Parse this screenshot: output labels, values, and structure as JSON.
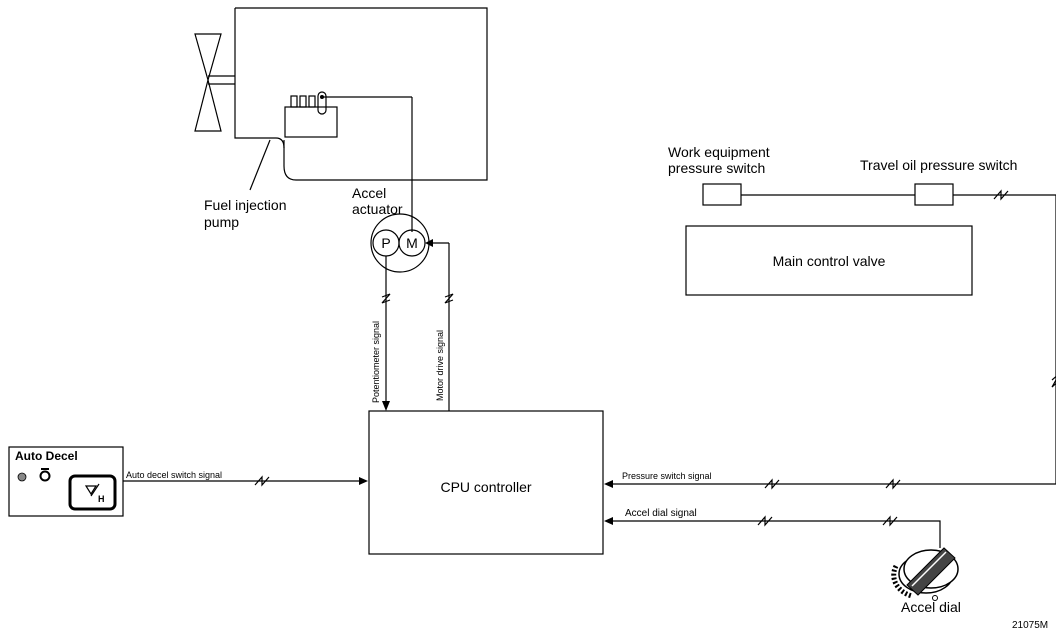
{
  "labels": {
    "fuel_injection_pump": [
      "Fuel injection",
      "pump"
    ],
    "accel_actuator": [
      "Accel",
      "actuator"
    ],
    "pot_letter": "P",
    "motor_letter": "M",
    "potentiometer_signal": "Potentiometer signal",
    "motor_drive_signal": "Motor drive signal",
    "cpu_controller": "CPU controller",
    "auto_decel_title": "Auto Decel",
    "auto_decel_signal": "Auto decel switch signal",
    "pressure_switch_signal": "Pressure switch signal",
    "accel_dial_signal": "Accel dial signal",
    "work_equipment_pressure_switch": [
      "Work equipment",
      "pressure switch"
    ],
    "travel_oil_pressure_switch": "Travel oil pressure switch",
    "main_control_valve": "Main control valve",
    "accel_dial": "Accel dial",
    "figure_number": "21075M"
  },
  "icons": [
    "cooling-fan-icon",
    "engine-block-icon",
    "indicator-lamp-icon",
    "engine-symbol-icon",
    "decel-button-icon",
    "accel-dial-knob-icon",
    "signal-break-icon"
  ]
}
